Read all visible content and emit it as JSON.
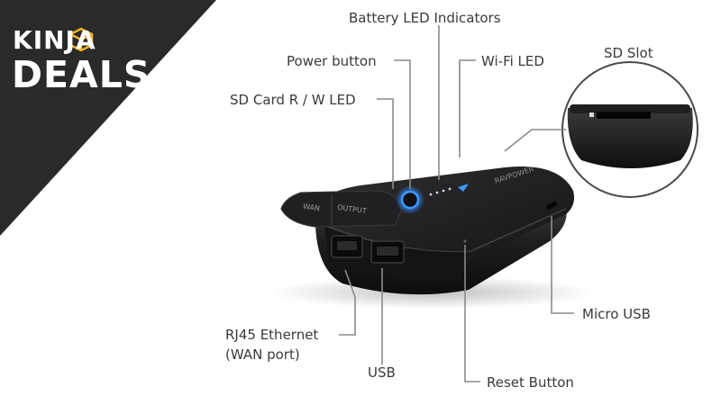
{
  "badge": {
    "line1": "KINJA",
    "line2": "DEALS",
    "icon": "package-box-icon"
  },
  "callouts": {
    "battery_led": "Battery LED Indicators",
    "power_button": "Power button",
    "wifi_led": "Wi-Fi LED",
    "sd_slot": "SD Slot",
    "sd_rw_led": "SD Card R / W LED",
    "rj45_line1": "RJ45 Ethernet",
    "rj45_line2": "(WAN port)",
    "usb": "USB",
    "micro_usb": "Micro USB",
    "reset": "Reset Button"
  },
  "device": {
    "port_labels": [
      "WAN",
      "OUTPUT"
    ],
    "brand": "RAVPOWER"
  },
  "colors": {
    "badge_bg": "#2a2a2a",
    "device_body": "#1c1c1e",
    "led_blue": "#2f8cff",
    "leader": "#8a8a8a"
  }
}
